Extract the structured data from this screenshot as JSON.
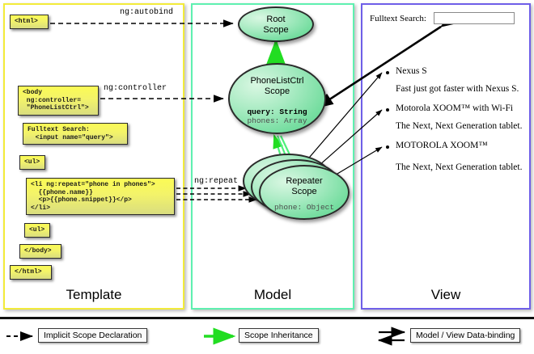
{
  "panels": {
    "template": {
      "label": "Template",
      "border_color": "#f2eb3a"
    },
    "model": {
      "label": "Model",
      "border_color": "#5ef0b0"
    },
    "view": {
      "label": "View",
      "border_color": "#6f5fe8"
    }
  },
  "template_boxes": [
    {
      "name": "html-open",
      "code": "<html>"
    },
    {
      "name": "body-open",
      "code": "<body\n ng:controller=\n \"PhoneListCtrl\">"
    },
    {
      "name": "fulltext",
      "code": "Fulltext Search:\n  <input name=\"query\">"
    },
    {
      "name": "ul-open",
      "code": "<ul>"
    },
    {
      "name": "li-repeat",
      "code": "<li ng:repeat=\"phone in phones\">\n  {{phone.name}}\n  <p>{{phone.snippet}}</p>\n</li>"
    },
    {
      "name": "ul-close",
      "code": "<ul>"
    },
    {
      "name": "body-close",
      "code": "</body>"
    },
    {
      "name": "html-close",
      "code": "</html>"
    }
  ],
  "edge_labels": {
    "autobind": "ng:autobind",
    "controller": "ng:controller",
    "repeat": "ng:repeat"
  },
  "scopes": [
    {
      "name": "root-scope",
      "title_line1": "Root",
      "title_line2": "Scope",
      "attrs": []
    },
    {
      "name": "phonelistctrl-scope",
      "title_line1": "PhoneListCtrl",
      "title_line2": "Scope",
      "attrs": [
        {
          "text": "query: String",
          "style": "bold"
        },
        {
          "text": "phones: Array",
          "style": "grey"
        }
      ]
    },
    {
      "name": "repeater-scope",
      "title_line1": "Repeater",
      "title_line2": "Scope",
      "attrs": [
        {
          "text": "phone: Object",
          "style": "grey"
        }
      ]
    }
  ],
  "view": {
    "search_label": "Fulltext Search:",
    "search_value": "",
    "search_placeholder": "",
    "items": [
      {
        "title": "Nexus S",
        "snippet": "Fast just got faster with Nexus S."
      },
      {
        "title": "Motorola XOOM™  with Wi-Fi",
        "snippet": "The Next, Next Generation tablet."
      },
      {
        "title": "MOTOROLA XOOM™",
        "snippet": "The Next, Next Generation tablet."
      }
    ]
  },
  "legend": [
    {
      "name": "implicit-scope-declaration",
      "label": "Implicit Scope Declaration",
      "line": "dashed-black"
    },
    {
      "name": "scope-inheritance",
      "label": "Scope Inheritance",
      "line": "solid-green"
    },
    {
      "name": "model-view-data-binding",
      "label": "Model / View Data-binding",
      "line": "double-black"
    }
  ],
  "colors": {
    "scope_green": "#74dd9f",
    "code_yellow": "#f3f36a",
    "inheritance_green": "#22dd22",
    "arrow_black": "#000000"
  }
}
